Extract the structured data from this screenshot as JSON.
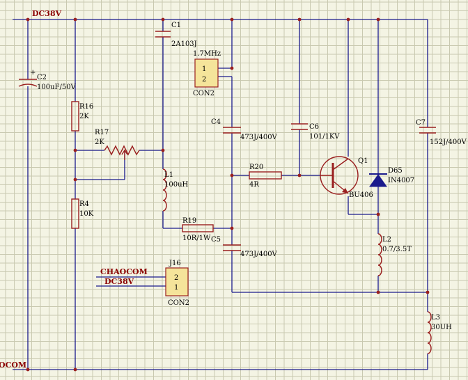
{
  "nets": {
    "dc38v_top": "DC38V",
    "com_bottom": "OCOM",
    "chaocom": "CHAOCOM",
    "dc38v_j16": "DC38V"
  },
  "components": {
    "c1": {
      "ref": "C1",
      "value": "2A103J"
    },
    "c2": {
      "ref": "C2",
      "value": "100uF/50V",
      "polarity": "+"
    },
    "r16": {
      "ref": "R16",
      "value": "2K"
    },
    "r17": {
      "ref": "R17",
      "value": "2K"
    },
    "r4": {
      "ref": "R4",
      "value": "10K"
    },
    "l1": {
      "ref": "L1",
      "value": "100uH"
    },
    "r19": {
      "ref": "R19",
      "value": "10R/1W"
    },
    "j_top": {
      "ref": "CON2",
      "freq": "1.7MHz",
      "pin1": "1",
      "pin2": "2"
    },
    "c4": {
      "ref": "C4",
      "value": "473J/400V"
    },
    "c5": {
      "ref": "C5",
      "value": "473J/400V"
    },
    "c6": {
      "ref": "C6",
      "value": "101/1KV"
    },
    "r20": {
      "ref": "R20",
      "value": "4R"
    },
    "q1": {
      "ref": "Q1",
      "value": "BU406"
    },
    "d65": {
      "ref": "D65",
      "value": "IN4007"
    },
    "c7": {
      "ref": "C7",
      "value": "152J/400V"
    },
    "l2": {
      "ref": "L2",
      "value": "0.7/3.5T"
    },
    "l3": {
      "ref": "L3",
      "value": "30UH"
    },
    "j16": {
      "ref": "J16",
      "type": "CON2",
      "pin1": "2",
      "pin2": "1"
    }
  }
}
